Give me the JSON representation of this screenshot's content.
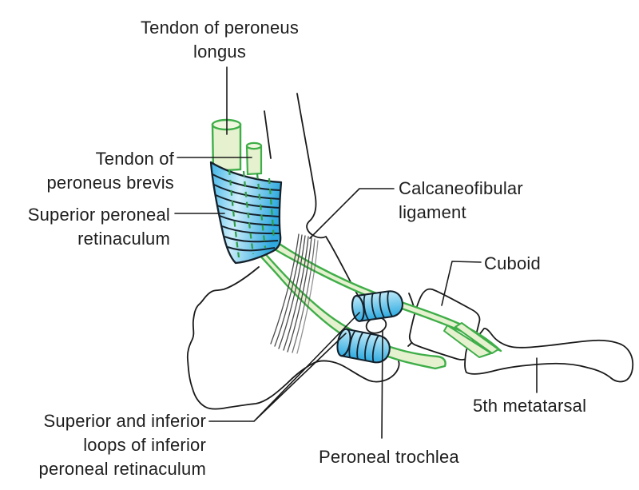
{
  "figure": {
    "subject": "Peroneal retinacula of the ankle (lateral view)"
  },
  "labels": {
    "tendon_longus": "Tendon of peroneus\nlongus",
    "tendon_brevis": "Tendon of\nperoneus brevis",
    "superior_retinaculum": "Superior peroneal\nretinaculum",
    "calcaneofibular": "Calcaneofibular\nligament",
    "cuboid": "Cuboid",
    "fifth_metatarsal": "5th metatarsal",
    "inferior_loops": "Superior and inferior\nloops of inferior\nperoneal retinaculum",
    "peroneal_trochlea": "Peroneal trochlea"
  },
  "colors": {
    "background": "#ffffff",
    "outline": "#1a1a1a",
    "text": "#1e1e1e",
    "tendon_fill": "#e6f1cf",
    "tendon_cap_fill": "#f0f7df",
    "tendon_stroke": "#3fae49",
    "retinaculum_light": "#cdeefb",
    "retinaculum_dark": "#2fabe1",
    "retinaculum_outline": "#15212b",
    "hatch": "#4a4a4a"
  }
}
